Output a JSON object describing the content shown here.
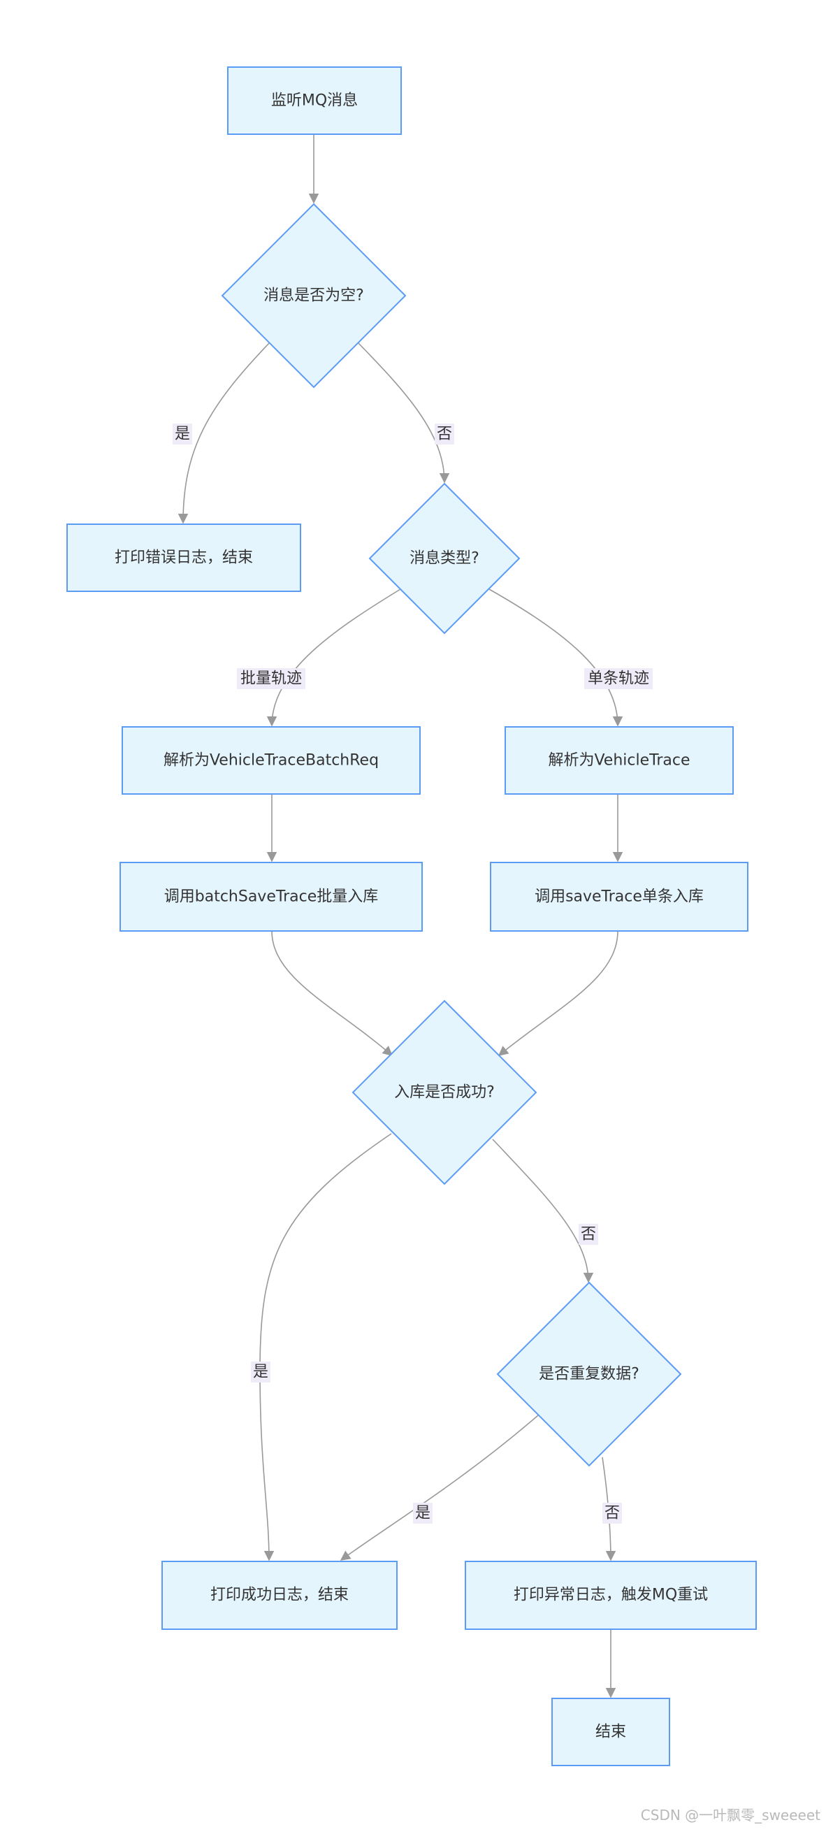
{
  "nodes": {
    "listen": "监听MQ消息",
    "is_empty": "消息是否为空?",
    "print_error": "打印错误日志，结束",
    "msg_type": "消息类型?",
    "parse_batch": "解析为VehicleTraceBatchReq",
    "parse_single": "解析为VehicleTrace",
    "batch_save": "调用batchSaveTrace批量入库",
    "single_save": "调用saveTrace单条入库",
    "save_ok": "入库是否成功?",
    "is_duplicate": "是否重复数据?",
    "print_success": "打印成功日志，结束",
    "print_exception": "打印异常日志，触发MQ重试",
    "end": "结束"
  },
  "edge_labels": {
    "empty_yes": "是",
    "empty_no": "否",
    "type_batch": "批量轨迹",
    "type_single": "单条轨迹",
    "save_yes": "是",
    "save_no": "否",
    "dup_yes": "是",
    "dup_no": "否"
  },
  "colors": {
    "node_fill": "#e5f5fd",
    "node_stroke": "#5b9bf6",
    "edge": "#999999",
    "label_bg": "#f0ebf8"
  },
  "watermark": "CSDN @一叶飘零_sweeeet"
}
